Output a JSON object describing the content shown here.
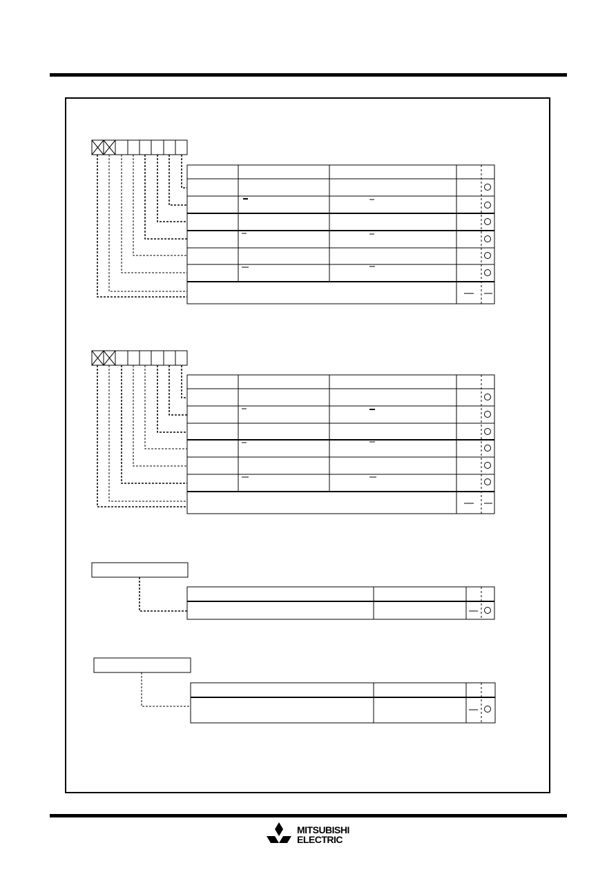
{
  "page": {
    "background": "#ffffff",
    "ink": "#000000"
  },
  "footer": {
    "brand_line1": "MITSUBISHI",
    "brand_line2": "ELECTRIC",
    "logo_icon": "three-diamonds-icon"
  },
  "registers": [
    {
      "name": "register-diagram-1",
      "bits_shown": 8,
      "reserved_bits": 2,
      "table_rows": 6
    },
    {
      "name": "register-diagram-2",
      "bits_shown": 8,
      "reserved_bits": 2,
      "table_rows": 6
    },
    {
      "name": "register-diagram-3",
      "table_rows": 1
    },
    {
      "name": "register-diagram-4",
      "table_rows": 1
    }
  ],
  "symbols": {
    "rw_mark": "○",
    "na_mark": "—"
  }
}
